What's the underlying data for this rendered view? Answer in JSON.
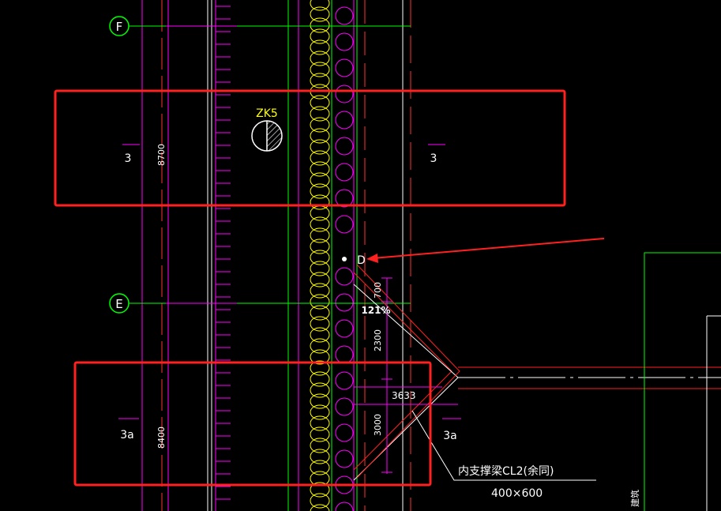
{
  "axes": [
    {
      "label": "F"
    },
    {
      "label": "E"
    }
  ],
  "pile_label": "ZK5",
  "point_label": "D",
  "zoom_percent": "121%",
  "section_marks": {
    "upper_left": "3",
    "upper_right": "3",
    "lower_left": "3a",
    "lower_right": "3a"
  },
  "vertical_dims": {
    "upper": "8700",
    "lower": "8400"
  },
  "brace_dims": {
    "d1": "700",
    "d2": "2300",
    "d3": "3633",
    "d4": "3000"
  },
  "beam_note": {
    "line1": "内支撑梁CL2(余同)",
    "line2": "400×600"
  },
  "edge_text": "建筑",
  "colors": {
    "background": "#000000",
    "highlight": "#ff2020",
    "magenta": "#ff00ff",
    "green": "#00ff00",
    "yellow": "#ffff00",
    "white": "#ffffff",
    "red_dark": "#ff0000"
  }
}
